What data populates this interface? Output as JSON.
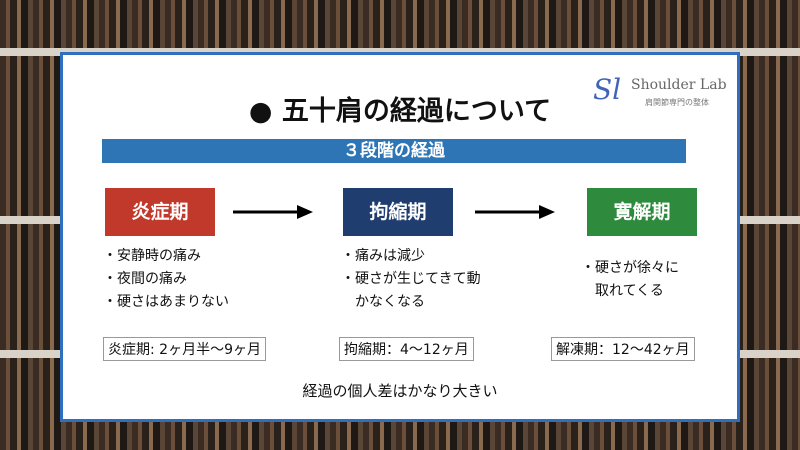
{
  "title": "● 五十肩の経過について",
  "logo": {
    "mark": "Sl",
    "name": "Shoulder Lab",
    "subtitle": "肩関節専門の整体"
  },
  "banner": "３段階の経過",
  "stages": [
    {
      "label": "炎症期",
      "color": "#c0392b",
      "bullets": [
        "・安静時の痛み",
        "・夜間の痛み",
        "・硬さはあまりない"
      ],
      "period": "炎症期: 2ヶ月半〜9ヶ月"
    },
    {
      "label": "拘縮期",
      "color": "#1f3d6e",
      "bullets": [
        "・痛みは減少",
        "・硬さが生じてきて動",
        "　かなくなる"
      ],
      "period": "拘縮期：4〜12ヶ月"
    },
    {
      "label": "寛解期",
      "color": "#2e8b3e",
      "bullets": [
        "・硬さが徐々に",
        "　取れてくる"
      ],
      "period": "解凍期：12〜42ヶ月"
    }
  ],
  "note": "経過の個人差はかなり大きい"
}
